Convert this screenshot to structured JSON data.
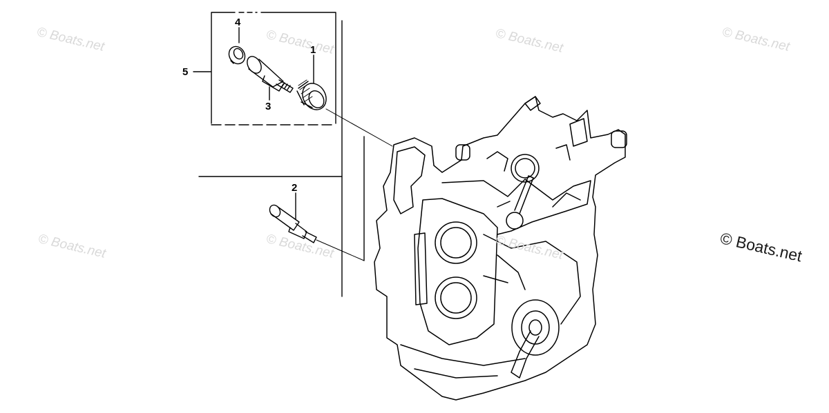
{
  "watermark": "© Boats.net",
  "callouts": {
    "c1": "1",
    "c2": "2",
    "c3": "3",
    "c4": "4",
    "c5": "5"
  },
  "colors": {
    "line": "#000000",
    "watermark": "#d9d9d9",
    "background": "#ffffff"
  }
}
